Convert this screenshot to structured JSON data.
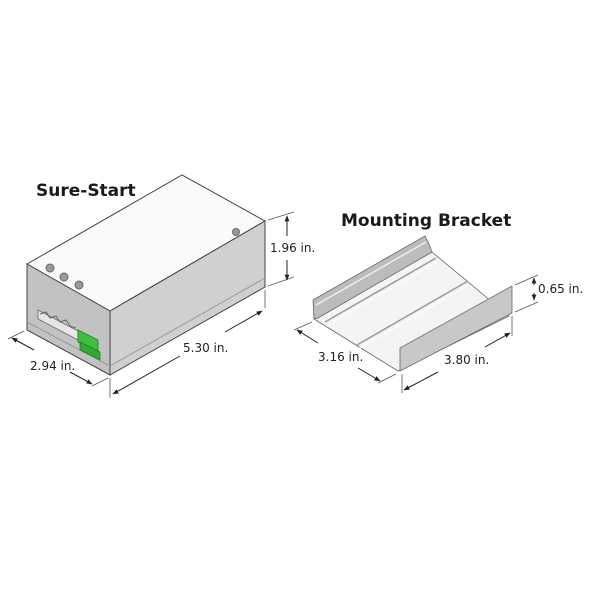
{
  "diagram": {
    "sure_start": {
      "title": "Sure-Start",
      "dimensions": {
        "height": "1.96 in.",
        "length": "5.30 in.",
        "width": "2.94 in."
      }
    },
    "mounting_bracket": {
      "title": "Mounting Bracket",
      "dimensions": {
        "height": "0.65 in.",
        "length": "3.80 in.",
        "width": "3.16 in."
      }
    },
    "colors": {
      "top_face": "#fafafa",
      "side_face": "#c9c9c9",
      "front_face": "#bdbdbd",
      "connector": "#3fbf3f",
      "outline": "#444444"
    }
  }
}
